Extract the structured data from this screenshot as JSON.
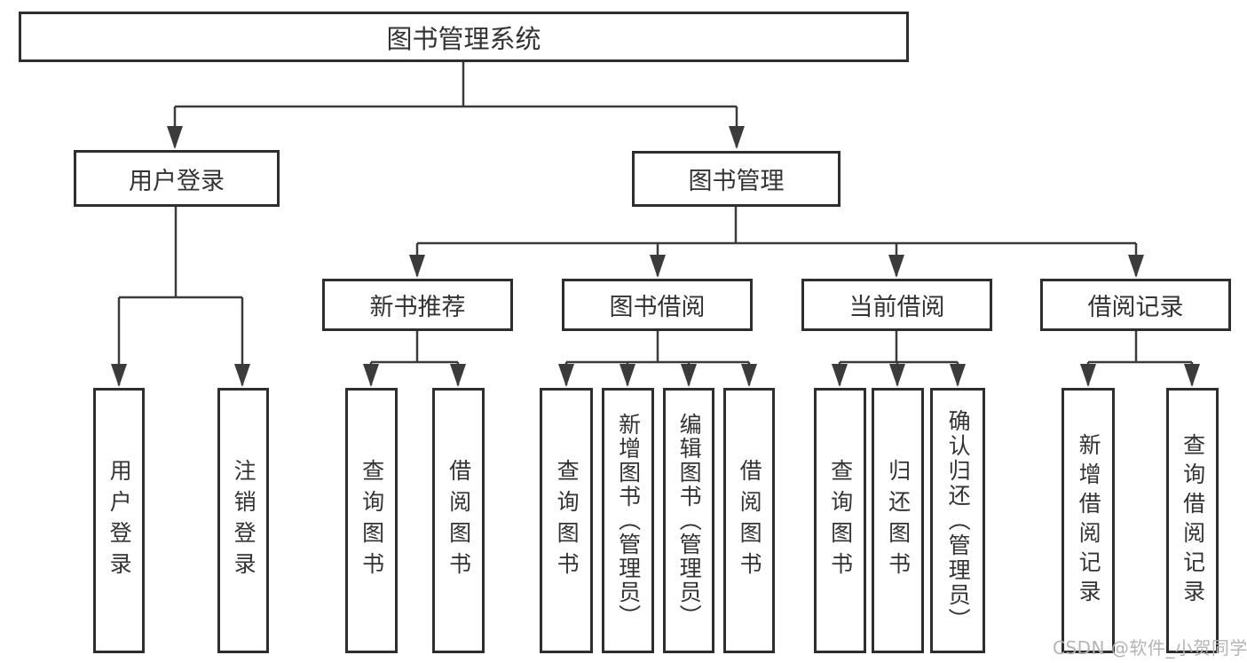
{
  "diagram": {
    "type": "tree",
    "title": "图书管理系统",
    "nodes": {
      "root": "图书管理系统",
      "user_login": "用户登录",
      "book_mgmt": "图书管理",
      "new_book_rec": "新书推荐",
      "book_borrow": "图书借阅",
      "current_borrow": "当前借阅",
      "borrow_record": "借阅记录",
      "leaf_user_login": "用户登录",
      "leaf_logout": "注销登录",
      "leaf_query_book_rec": "查询图书",
      "leaf_borrow_book_rec": "借阅图书",
      "leaf_query_book_borrow": "查询图书",
      "leaf_add_book": "新增图书（管理员）",
      "leaf_edit_book": "编辑图书（管理员）",
      "leaf_borrow_book_borrow": "借阅图书",
      "leaf_query_book_current": "查询图书",
      "leaf_return_book": "归还图书",
      "leaf_confirm_return": "确认归还（管理员）",
      "leaf_add_record": "新增借阅记录",
      "leaf_query_record": "查询借阅记录"
    },
    "hierarchy": {
      "图书管理系统": {
        "用户登录": [
          "用户登录",
          "注销登录"
        ],
        "图书管理": {
          "新书推荐": [
            "查询图书",
            "借阅图书"
          ],
          "图书借阅": [
            "查询图书",
            "新增图书（管理员）",
            "编辑图书（管理员）",
            "借阅图书"
          ],
          "当前借阅": [
            "查询图书",
            "归还图书",
            "确认归还（管理员）"
          ],
          "借阅记录": [
            "新增借阅记录",
            "查询借阅记录"
          ]
        }
      }
    }
  },
  "watermark": "CSDN @软件_小贺同学",
  "colors": {
    "background": "#ffffff",
    "box_fill": "#ffffff",
    "box_border": "#2e2e2e",
    "line": "#3b3b3b",
    "text": "#333333",
    "watermark": "#b4b4b4"
  }
}
